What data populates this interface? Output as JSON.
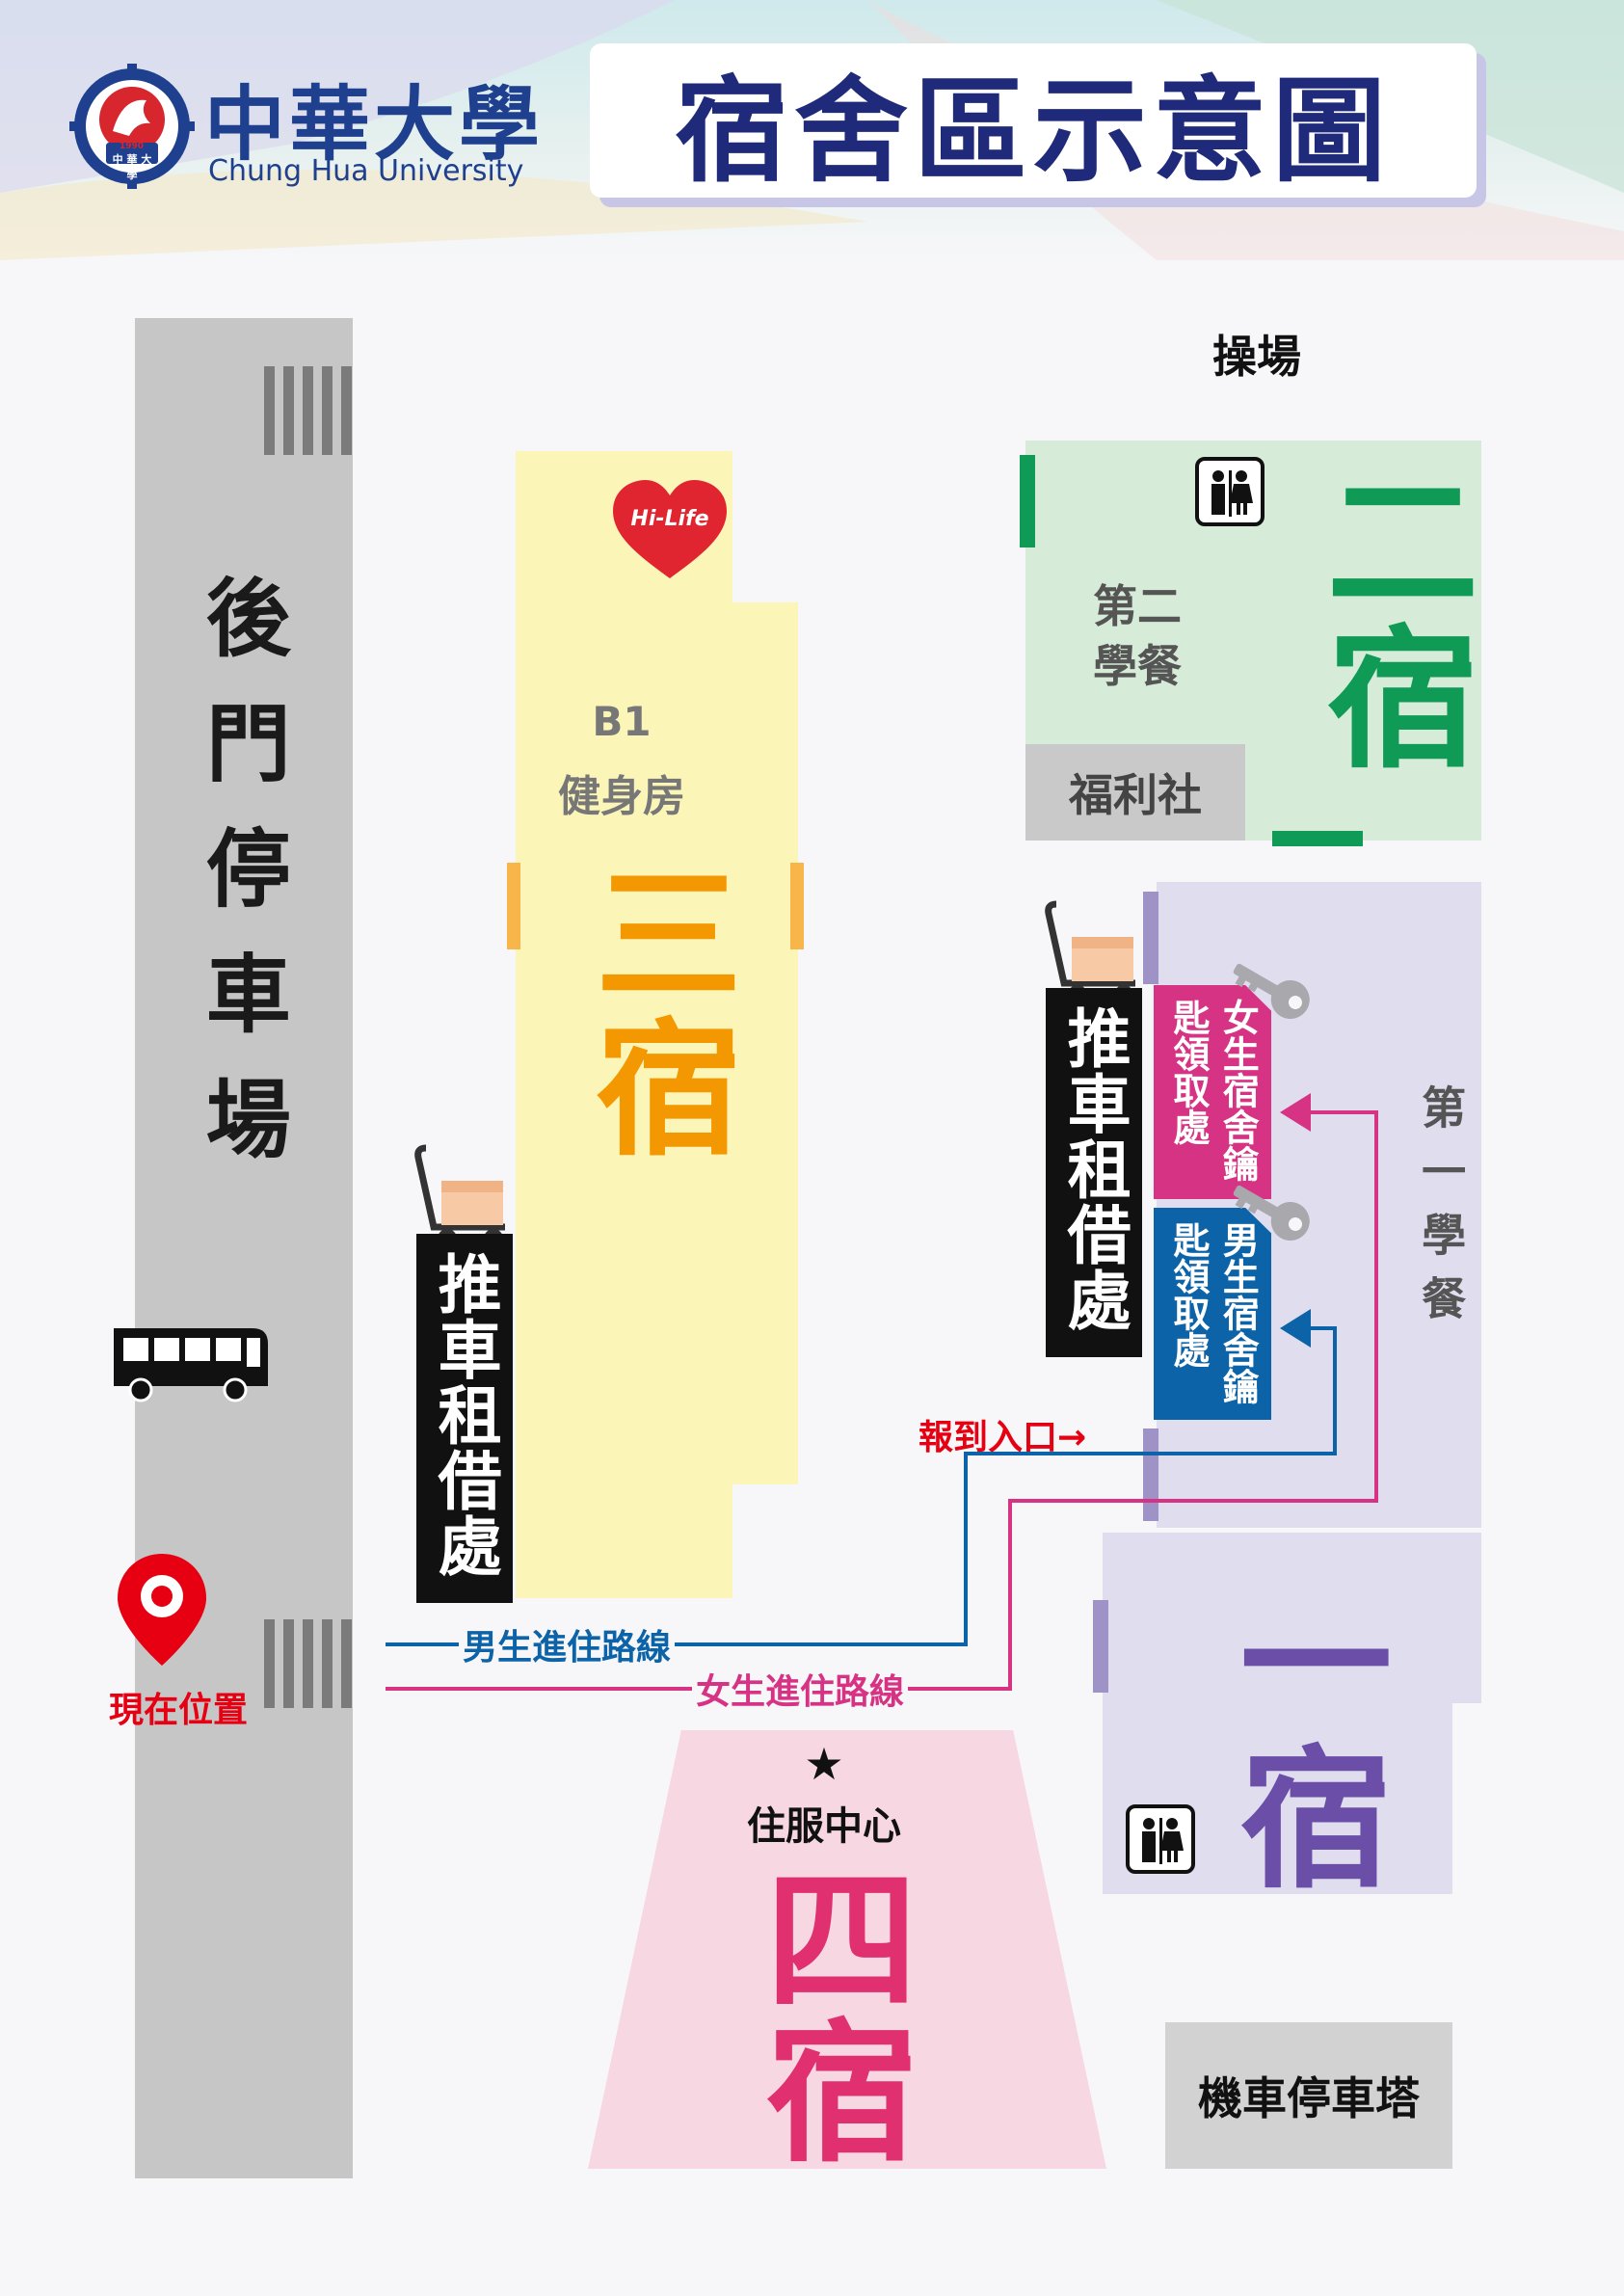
{
  "header": {
    "university_name_zh": "中華大學",
    "university_name_en": "Chung Hua University",
    "logo_year": "1990",
    "logo_text": "中 華 大 學",
    "title": "宿舍區示意圖"
  },
  "map": {
    "back_parking": "後門停車場",
    "playground": "操場",
    "dorm3": {
      "name": "三宿",
      "gym_floor": "B1",
      "gym": "健身房",
      "store": "Hi-Life"
    },
    "dorm2": {
      "name": "二宿",
      "canteen": "第二學餐",
      "shop": "福利社"
    },
    "dorm1": {
      "name": "一宿",
      "canteen": "第一學餐"
    },
    "dorm4": {
      "name": "四宿",
      "service_center": "住服中心"
    },
    "cart_rental_left": "推車租借處",
    "cart_rental_right": "推車租借處",
    "female_key_pickup": "女生宿舍鑰匙領取處",
    "male_key_pickup": "男生宿舍鑰匙領取處",
    "checkin_entrance": "報到入口→",
    "male_route": "男生進住路線",
    "female_route": "女生進住路線",
    "current_location": "現在位置",
    "motorcycle_tower": "機車停車塔"
  },
  "colors": {
    "title_navy": "#1f2a7a",
    "dorm3_orange": "#f39800",
    "dorm2_green": "#0f9a55",
    "dorm1_purple": "#6a4ea8",
    "dorm4_magenta": "#e0306f",
    "male_blue": "#0c63a8",
    "female_pink": "#d63384",
    "location_red": "#e60012"
  },
  "icons": [
    "restroom-icon",
    "bus-icon",
    "location-pin-icon",
    "cart-icon",
    "key-icon",
    "star-icon"
  ]
}
